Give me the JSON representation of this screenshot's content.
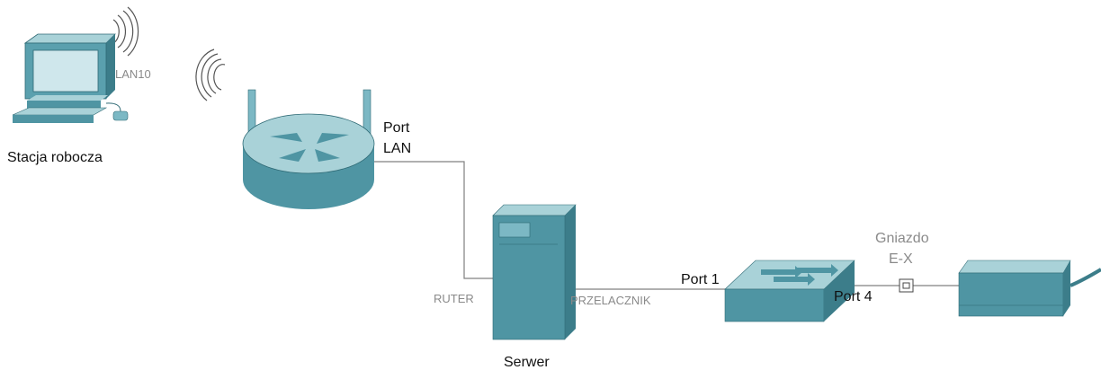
{
  "colors": {
    "device_top": "#a9d2d8",
    "device_front": "#4f95a3",
    "device_dark": "#3c7d8a",
    "device_light": "#7cb8c4",
    "cable": "#808080",
    "label_dark": "#111111",
    "label_grey": "#8a8a8a"
  },
  "devices": {
    "workstation": {
      "label": "Stacja robocza",
      "wireless_label": "LAN10",
      "icon": "pc-wireless-icon"
    },
    "router": {
      "port_label_line1": "Port",
      "port_label_line2": "LAN",
      "icon": "wireless-router-icon"
    },
    "server": {
      "label": "Serwer",
      "left_interface": "RUTER",
      "right_interface": "PRZELACZNIK",
      "icon": "server-tower-icon"
    },
    "switch": {
      "port_in_label": "Port 1",
      "port_out_label": "Port 4",
      "icon": "switch-icon"
    },
    "wall_socket": {
      "label_line1": "Gniazdo",
      "label_line2": "E-X",
      "icon": "wall-socket-icon"
    },
    "modem": {
      "icon": "modem-icon"
    }
  }
}
